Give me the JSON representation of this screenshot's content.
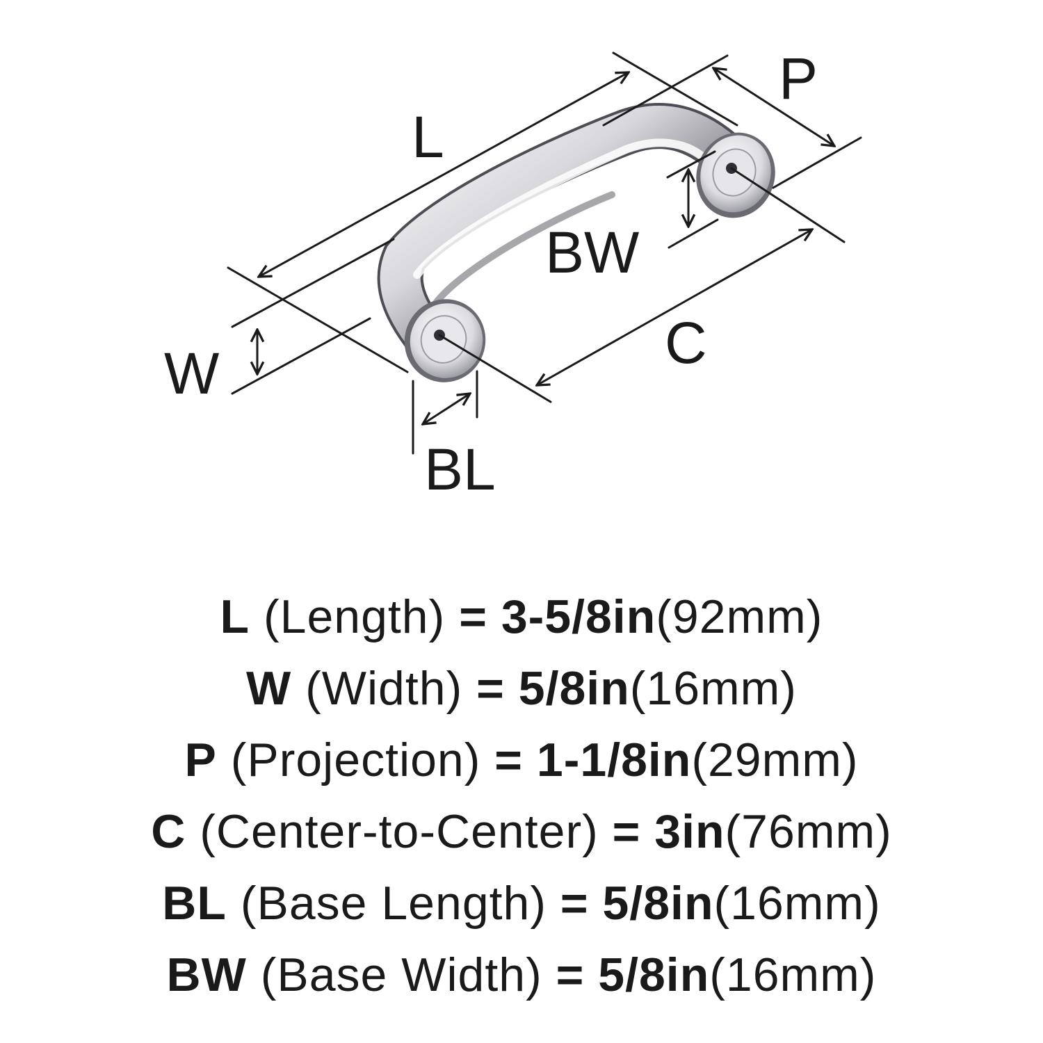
{
  "diagram": {
    "labels": {
      "L": "L",
      "P": "P",
      "BW": "BW",
      "C": "C",
      "W": "W",
      "BL": "BL"
    },
    "colors": {
      "line": "#1a1a1a",
      "metal_light": "#f4f4f6",
      "metal_mid": "#c9c9cf",
      "metal_dark": "#55555c"
    }
  },
  "specs": [
    {
      "symbol": "L",
      "name": "(Length)",
      "eq": "=",
      "imperial": "3-5/8in",
      "metric": "(92mm)"
    },
    {
      "symbol": "W",
      "name": "(Width)",
      "eq": "=",
      "imperial": "5/8in",
      "metric": "(16mm)"
    },
    {
      "symbol": "P",
      "name": "(Projection)",
      "eq": "=",
      "imperial": "1-1/8in",
      "metric": "(29mm)"
    },
    {
      "symbol": "C",
      "name": "(Center-to-Center)",
      "eq": "=",
      "imperial": "3in",
      "metric": "(76mm)"
    },
    {
      "symbol": "BL",
      "name": "(Base Length)",
      "eq": "=",
      "imperial": "5/8in",
      "metric": "(16mm)"
    },
    {
      "symbol": "BW",
      "name": "(Base Width)",
      "eq": "=",
      "imperial": "5/8in",
      "metric": "(16mm)"
    }
  ]
}
